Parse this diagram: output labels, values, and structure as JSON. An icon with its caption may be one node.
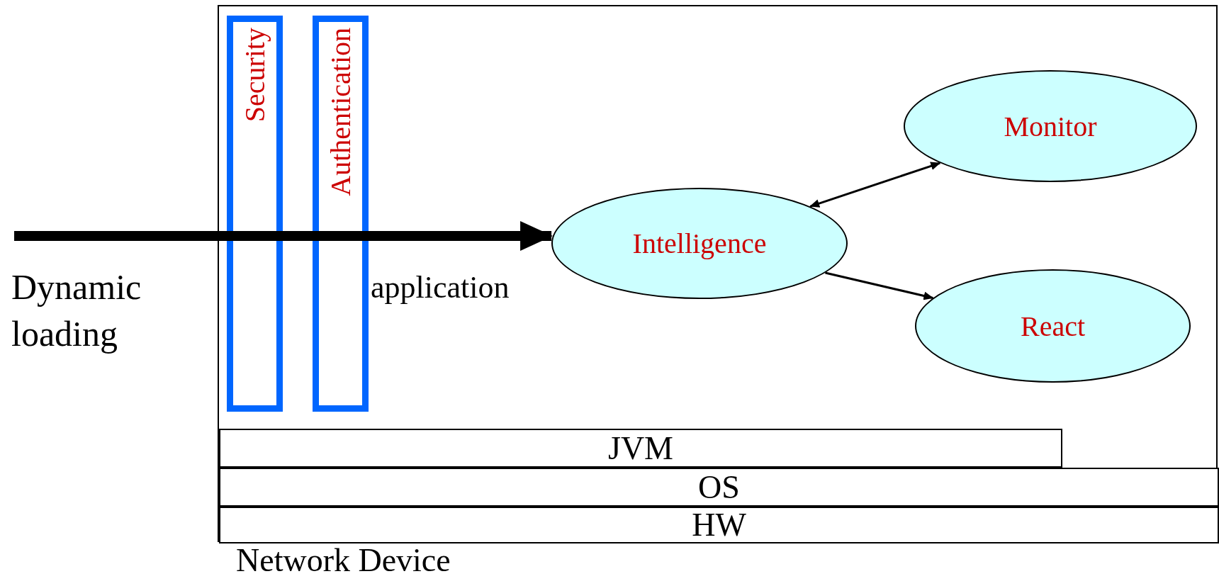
{
  "diagram": {
    "nodes": [
      {
        "text": [
          "Network Device"
        ]
      },
      {
        "text": [
          "Security"
        ],
        "in": 0
      },
      {
        "text": [
          "Authentication"
        ],
        "in": 0
      },
      {
        "text": [
          "Intelligence"
        ],
        "in": 0
      },
      {
        "text": [
          "Monitor"
        ],
        "in": 0
      },
      {
        "text": [
          "React"
        ],
        "in": 0
      },
      {
        "text": [
          "JVM"
        ],
        "in": 0
      },
      {
        "text": [
          "OS"
        ],
        "in": 0
      },
      {
        "text": [
          "HW"
        ],
        "in": 0
      }
    ],
    "edges": [
      {
        "from": null,
        "to": 3,
        "arrow": "to",
        "label": "application",
        "style": "thick"
      },
      {
        "from": 3,
        "to": 4,
        "arrow": "both"
      },
      {
        "from": 3,
        "to": 5,
        "arrow": "to"
      }
    ],
    "labels": [
      "Dynamic loading"
    ]
  }
}
